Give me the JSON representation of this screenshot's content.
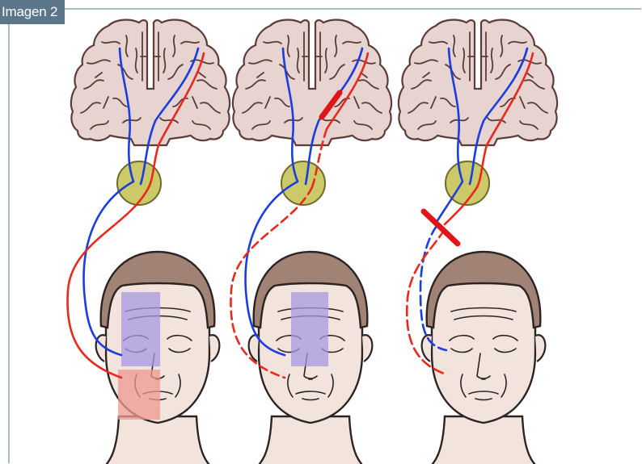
{
  "label": {
    "text": "Imagen 2"
  },
  "colors": {
    "frame": "#a9bcc6",
    "label_bg": "#5c7689",
    "upper_motor_pathway": "#1a3de0",
    "lower_motor_pathway": "#e8291d",
    "lesion_marker": "#e0151b",
    "brain_fill": "#e7d3cf",
    "brain_outline": "#5b3c38",
    "nucleus_fill": "#cbc968",
    "skin_fill": "#f2e3dc",
    "hair_fill": "#a08374",
    "upper_face_zone": "#a79ae3",
    "lower_face_zone": "#ef9a91"
  },
  "panels": [
    {
      "lesion": "none",
      "upper_face_zone_shown": true,
      "lower_face_zone_shown": true
    },
    {
      "lesion": "upper-motor-neuron",
      "upper_face_zone_shown": true,
      "lower_face_zone_shown": false
    },
    {
      "lesion": "lower-motor-neuron",
      "upper_face_zone_shown": false,
      "lower_face_zone_shown": false
    }
  ]
}
